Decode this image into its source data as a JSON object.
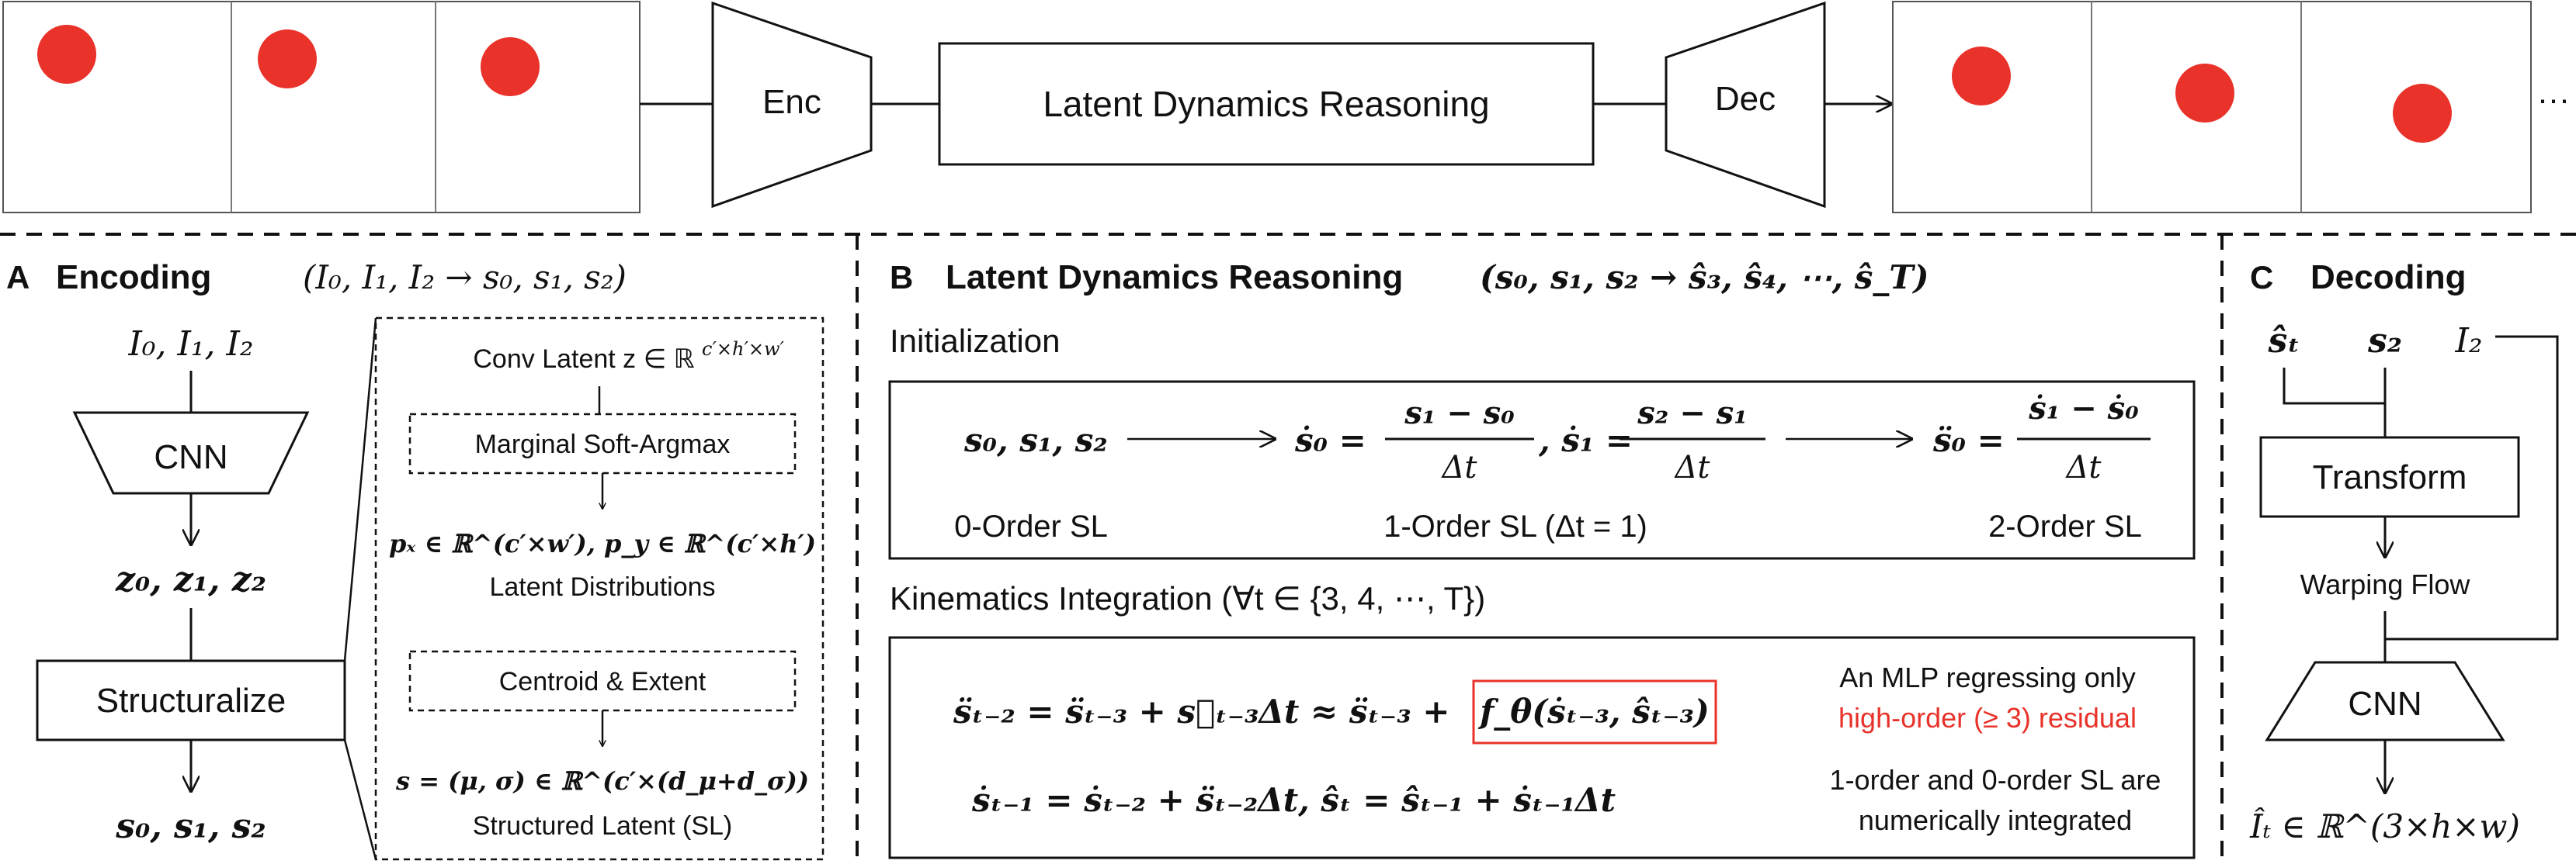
{
  "top": {
    "enc": "Enc",
    "latent_box": "Latent Dynamics Reasoning",
    "dec": "Dec",
    "ellipsis": "···"
  },
  "colors": {
    "ball": "#e8322a",
    "residual_text": "#e8322a",
    "stroke": "#111111"
  },
  "section_a": {
    "letter": "A",
    "title": "Encoding",
    "formula": "(I₀, I₁, I₂ → s₀, s₁, s₂)",
    "input": "I₀, I₁, I₂",
    "cnn": "CNN",
    "z_label": "z₀, z₁, z₂",
    "structuralize": "Structuralize",
    "output": "s₀, s₁, s₂",
    "detail": {
      "conv_latent": "Conv Latent z ∈ ℝ",
      "conv_latent_sup": "c′×h′×w′",
      "soft_argmax": "Marginal Soft-Argmax",
      "p_line": "pₓ ∈ ℝ^(c′×w′), p_y ∈ ℝ^(c′×h′)",
      "latent_dist": "Latent Distributions",
      "centroid": "Centroid & Extent",
      "s_line": "s = (μ, σ) ∈ ℝ^(c′×(d_μ+d_σ))",
      "structured": "Structured Latent (SL)"
    }
  },
  "section_b": {
    "letter": "B",
    "title": "Latent Dynamics Reasoning",
    "formula": "(s₀, s₁, s₂ → ŝ₃, ŝ₄, ⋯, ŝ_T)",
    "init_label": "Initialization",
    "init_s": "s₀, s₁, s₂",
    "init_ds0_num": "s₁ − s₀",
    "init_ds1_num": "s₂ − s₁",
    "init_dds_num": "ṡ₁ − ṡ₀",
    "denominator": "Δt",
    "order0": "0-Order SL",
    "order1": "1-Order SL (Δt = 1)",
    "order2": "2-Order SL",
    "kin_label": "Kinematics Integration (∀t ∈ {3, 4, ⋯, T})",
    "eq1_lhs": "s̈ₜ₋₂ = s̈ₜ₋₃ + s⃛ₜ₋₃Δt ≈ s̈ₜ₋₃ +",
    "eq1_box": "f_θ(ṡₜ₋₃, ŝₜ₋₃)",
    "eq2": "ṡₜ₋₁ = ṡₜ₋₂ + s̈ₜ₋₂Δt,  ŝₜ = ŝₜ₋₁ + ṡₜ₋₁Δt",
    "mlp_line1": "An MLP regressing only",
    "mlp_line2": "high-order (≥ 3) residual",
    "integ_line1": "1-order and 0-order SL are",
    "integ_line2": "numerically integrated"
  },
  "section_c": {
    "letter": "C",
    "title": "Decoding",
    "in1": "ŝₜ",
    "in2": "s₂",
    "in3": "I₂",
    "transform": "Transform",
    "warping": "Warping Flow",
    "cnn": "CNN",
    "output": "Îₜ ∈ ℝ^(3×h×w)"
  }
}
